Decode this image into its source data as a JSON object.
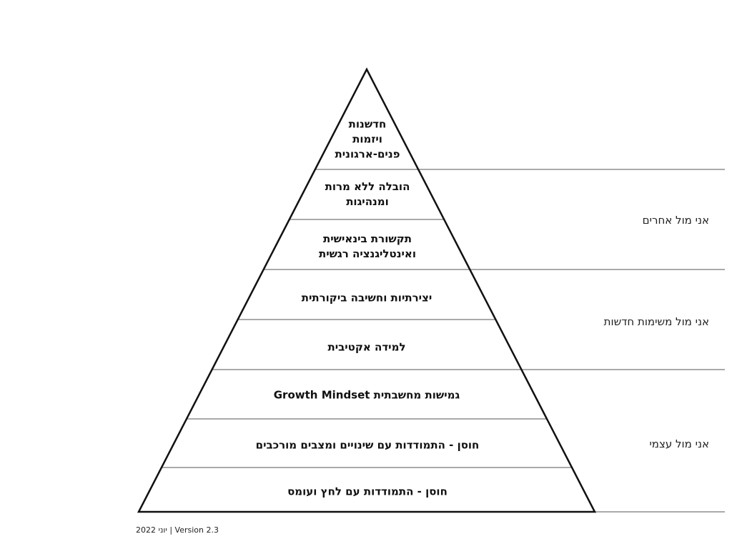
{
  "layers": [
    {
      "lines": [
        "חדשנות",
        "ויזמות",
        "פנים-ארגונית"
      ]
    },
    {
      "lines": [
        "הובלה ללא מרות",
        "ומנהיגות"
      ]
    },
    {
      "lines": [
        "תקשורת בינאישית",
        "ואינטליגנציה רגשית"
      ]
    },
    {
      "lines": [
        "יצירתיות וחשיבה ביקורתית"
      ]
    },
    {
      "lines": [
        "למידה אקטיבית"
      ]
    },
    {
      "lines": [
        "גמישות מחשבתית Growth Mindset"
      ]
    },
    {
      "lines": [
        "חוסן - התמודדות עם שינויים ומצבים מורכבים"
      ]
    },
    {
      "lines": [
        "חוסן - התמודדות עם לחץ ועומס"
      ]
    }
  ],
  "groups": [
    {
      "label": "אני מול אחרים"
    },
    {
      "label": "אני מול משימות חדשות"
    },
    {
      "label": "אני מול עצמי"
    }
  ],
  "footer": {
    "text": "יוני 2022 | Version 2.3"
  },
  "colors": {
    "stroke": "#111111",
    "divider": "#555555",
    "text": "#111111"
  }
}
